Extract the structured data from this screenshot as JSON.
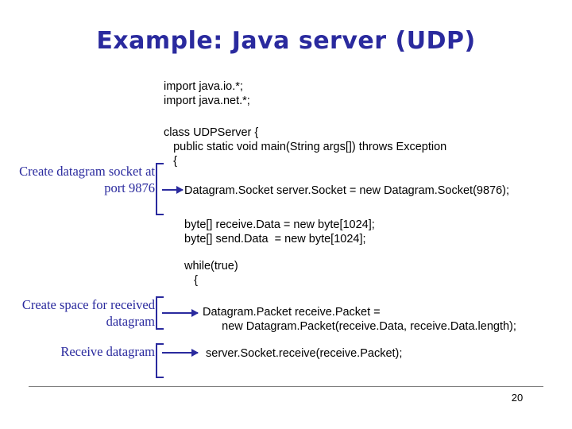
{
  "slide": {
    "title": "Example: Java server (UDP)",
    "page_number": "20",
    "accent_color": "#2a2a9e",
    "code": {
      "imports": "import java.io.*;\nimport java.net.*;",
      "class_decl": "class UDPServer {\n   public static void main(String args[]) throws Exception\n   {",
      "socket_line": "Datagram.Socket server.Socket = new Datagram.Socket(9876);",
      "byte_arrays": "byte[] receive.Data = new byte[1024];\nbyte[] send.Data  = new byte[1024];",
      "while_loop": "while(true)\n   {",
      "packet_lines": "Datagram.Packet receive.Packet =\n      new Datagram.Packet(receive.Data, receive.Data.length);",
      "receive_line": "server.Socket.receive(receive.Packet);"
    },
    "annotations": [
      {
        "name": "create-datagram-socket",
        "text": "Create\ndatagram socket\nat port 9876"
      },
      {
        "name": "create-space",
        "text": "Create space for\nreceived datagram"
      },
      {
        "name": "receive-datagram",
        "text": "Receive\ndatagram"
      }
    ]
  }
}
